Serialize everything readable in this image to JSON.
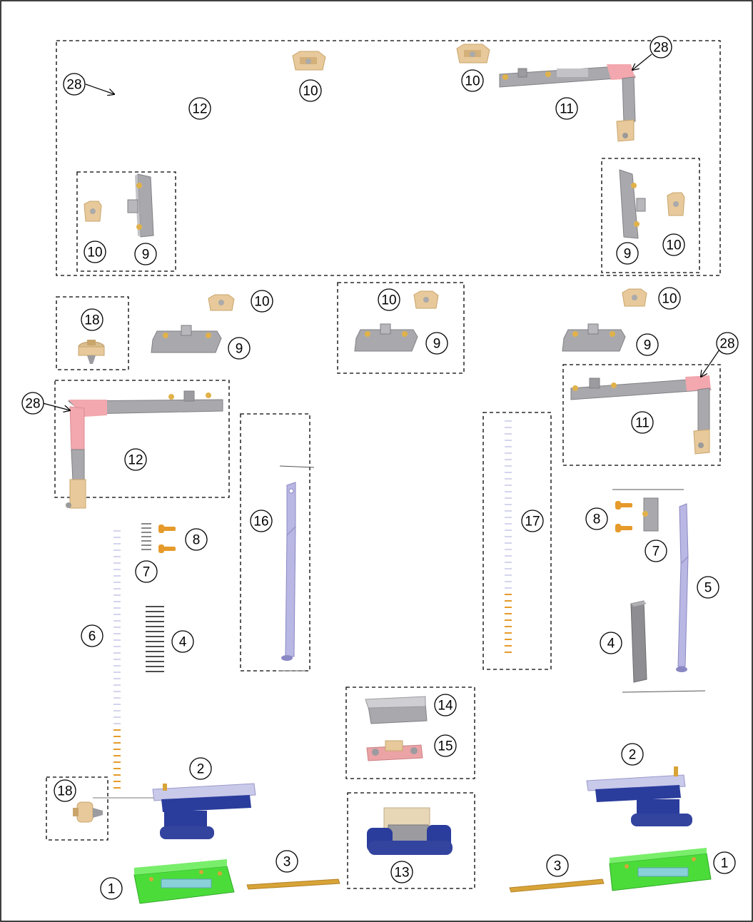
{
  "figure": {
    "callouts": [
      {
        "label": "28"
      },
      {
        "label": "12"
      },
      {
        "label": "10"
      },
      {
        "label": "10"
      },
      {
        "label": "28"
      },
      {
        "label": "11"
      },
      {
        "label": "10"
      },
      {
        "label": "9"
      },
      {
        "label": "9"
      },
      {
        "label": "10"
      },
      {
        "label": "18"
      },
      {
        "label": "10"
      },
      {
        "label": "9"
      },
      {
        "label": "10"
      },
      {
        "label": "9"
      },
      {
        "label": "10"
      },
      {
        "label": "9"
      },
      {
        "label": "28"
      },
      {
        "label": "12"
      },
      {
        "label": "28"
      },
      {
        "label": "11"
      },
      {
        "label": "16"
      },
      {
        "label": "17"
      },
      {
        "label": "8"
      },
      {
        "label": "7"
      },
      {
        "label": "6"
      },
      {
        "label": "4"
      },
      {
        "label": "8"
      },
      {
        "label": "7"
      },
      {
        "label": "5"
      },
      {
        "label": "4"
      },
      {
        "label": "14"
      },
      {
        "label": "15"
      },
      {
        "label": "2"
      },
      {
        "label": "2"
      },
      {
        "label": "18"
      },
      {
        "label": "13"
      },
      {
        "label": "3"
      },
      {
        "label": "3"
      },
      {
        "label": "1"
      },
      {
        "label": "1"
      }
    ]
  },
  "colors": {
    "housing_tan": "#e7c99b",
    "housing_tan_dark": "#c9a56b",
    "hardware_gray": "#a9a9ad",
    "hardware_gray_dark": "#7f7f85",
    "corner_pink": "#f2a8ae",
    "hinge_blue": "#2a3c9c",
    "hinge_lavender": "#c9c9ea",
    "rod_lavender": "#b9b7e3",
    "base_green": "#4bdc3a",
    "pin_gold": "#d8a437",
    "screw_orange": "#e69a2a",
    "pad_pink": "#eba3a6"
  },
  "icons": {
    "callout": "numbered-circle-callout",
    "group_box": "dashed-group-box"
  }
}
